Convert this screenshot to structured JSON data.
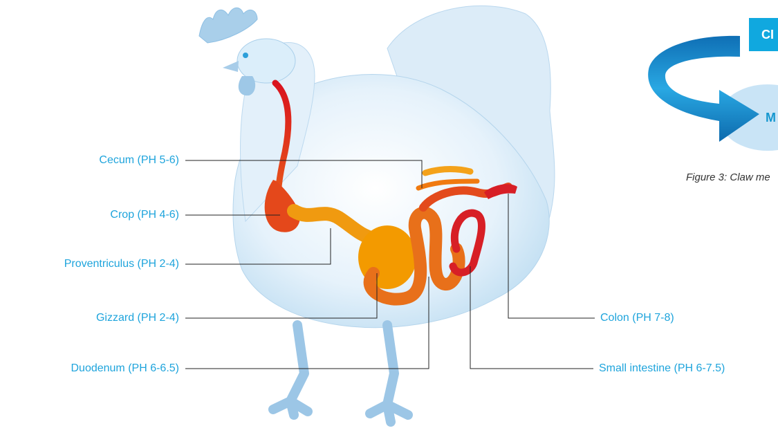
{
  "labels": {
    "cecum": "Cecum (PH 5-6)",
    "crop": "Crop (PH 4-6)",
    "proventriculus": "Proventriculus (PH 2-4)",
    "gizzard": "Gizzard (PH 2-4)",
    "duodenum": "Duodenum (PH 6-6.5)",
    "colon": "Colon (PH 7-8)",
    "small_intestine": "Small intestine (PH 6-7.5)"
  },
  "inset": {
    "badge_text": "CI",
    "circle_text": "M",
    "caption": "Figure 3: Claw me"
  },
  "colors": {
    "label_blue": "#1ea4dc",
    "leader_line": "#222222",
    "tract_red": "#d81e22",
    "tract_orange": "#f39a00",
    "chicken_blue": "#c9e3f4",
    "arrow_blue": "#1a8fd0"
  }
}
